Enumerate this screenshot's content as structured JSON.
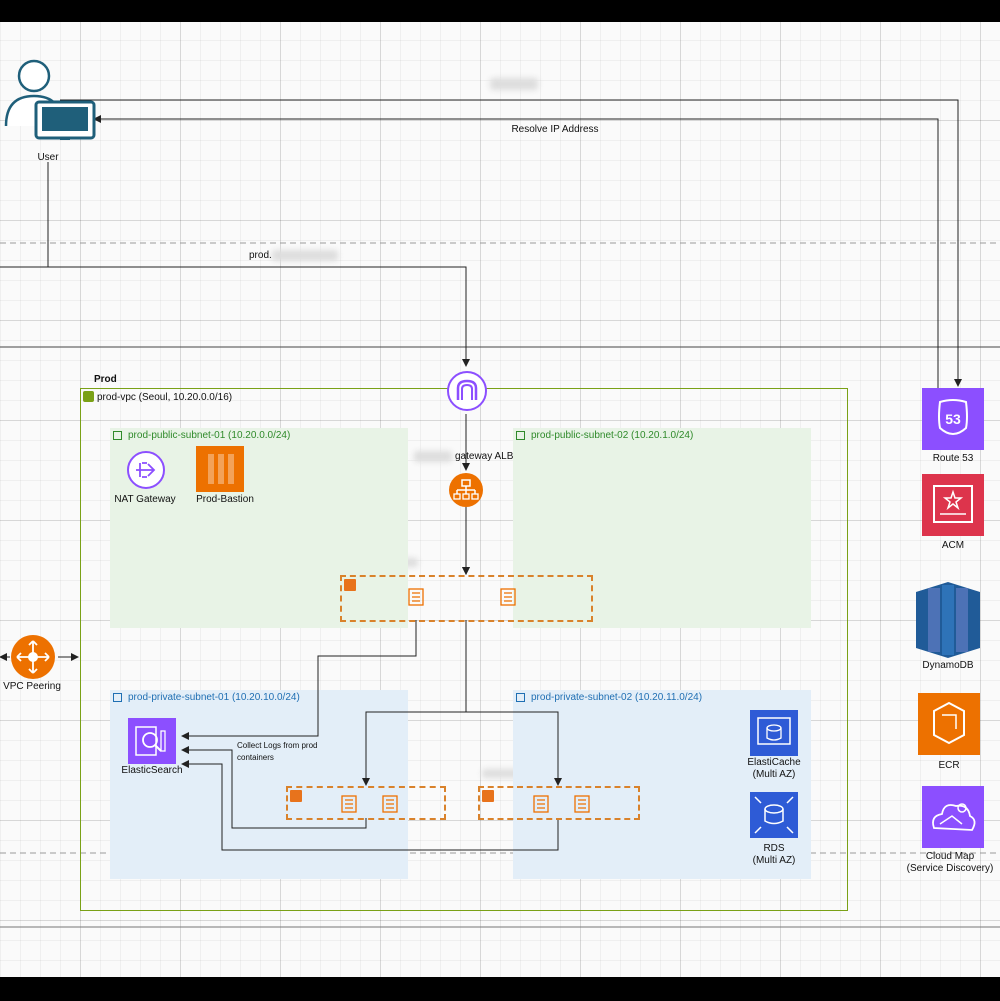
{
  "labels": {
    "user": "User",
    "resolve_ip": "Resolve IP Address",
    "prod_domain": "prod.",
    "prod": "Prod",
    "vpc": "prod-vpc (Seoul, 10.20.0.0/16)",
    "pub_subnet_1": "prod-public-subnet-01 (10.20.0.0/24)",
    "pub_subnet_2": "prod-public-subnet-02 (10.20.1.0/24)",
    "priv_subnet_1": "prod-private-subnet-01 (10.20.10.0/24)",
    "priv_subnet_2": "prod-private-subnet-02 (10.20.11.0/24)",
    "nat_gateway": "NAT Gateway",
    "bastion": "Prod-Bastion",
    "alb": "gateway ALB",
    "vpc_peering": "VPC Peering",
    "elasticsearch": "ElasticSearch",
    "collect_logs_1": "Collect Logs from prod",
    "collect_logs_2": "containers",
    "elasticache_1": "ElastiCache",
    "elasticache_2": "(Multi AZ)",
    "rds_1": "RDS",
    "rds_2": "(Multi AZ)",
    "route53": "Route 53",
    "acm": "ACM",
    "dynamodb": "DynamoDB",
    "ecr": "ECR",
    "cloudmap_1": "Cloud Map",
    "cloudmap_2": "(Service Discovery)"
  },
  "colors": {
    "purple": "#8c4fff",
    "orange": "#ed7100",
    "red": "#dd344c",
    "dynamo_blue": "#2e73b8",
    "user_teal": "#1f5f7a",
    "vpc_green": "#7aa116",
    "asg_orange": "#d9822b"
  }
}
